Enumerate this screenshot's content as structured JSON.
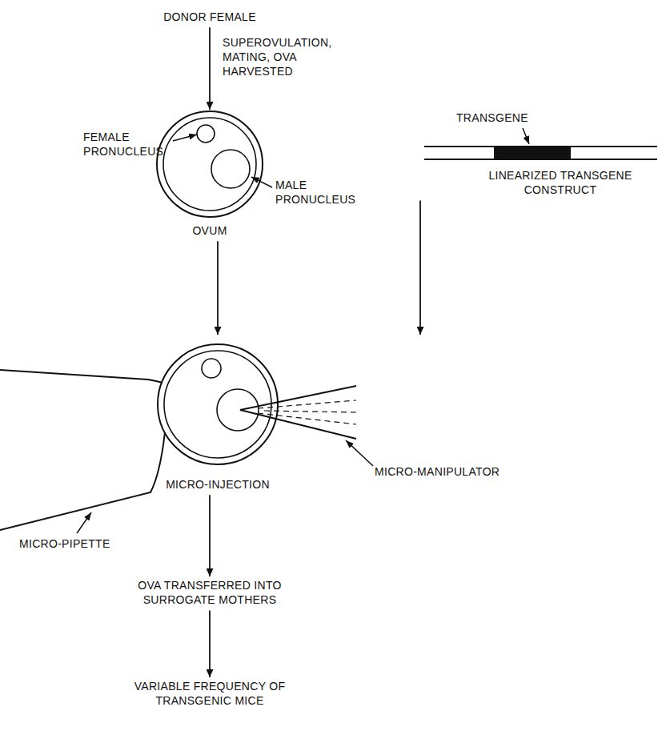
{
  "diagram": {
    "nodes": [
      {
        "text": [
          "DONOR FEMALE"
        ]
      },
      {
        "text": [
          "OVUM"
        ]
      },
      {
        "text": [
          "MICRO-INJECTION"
        ]
      },
      {
        "text": [
          "OVA TRANSFERRED INTO SURROGATE MOTHERS"
        ]
      },
      {
        "text": [
          "VARIABLE FREQUENCY OF TRANSGENIC MICE"
        ]
      },
      {
        "text": [
          "TRANSGENE",
          "LINEARIZED TRANSGENE CONSTRUCT"
        ]
      }
    ],
    "edges": [
      {
        "from": 0,
        "to": 1,
        "arrow": "to",
        "label": "SUPEROVULATION, MATING, OVA HARVESTED"
      },
      {
        "from": 1,
        "to": 2,
        "arrow": "to"
      },
      {
        "from": 2,
        "to": 3,
        "arrow": "to"
      },
      {
        "from": 3,
        "to": 4,
        "arrow": "to"
      },
      {
        "from": 5,
        "to": 2,
        "arrow": "to"
      }
    ],
    "labels": [
      "FEMALE PRONUCLEUS",
      "MALE PRONUCLEUS",
      "MICRO-MANIPULATOR",
      "MICRO-PIPETTE"
    ]
  }
}
